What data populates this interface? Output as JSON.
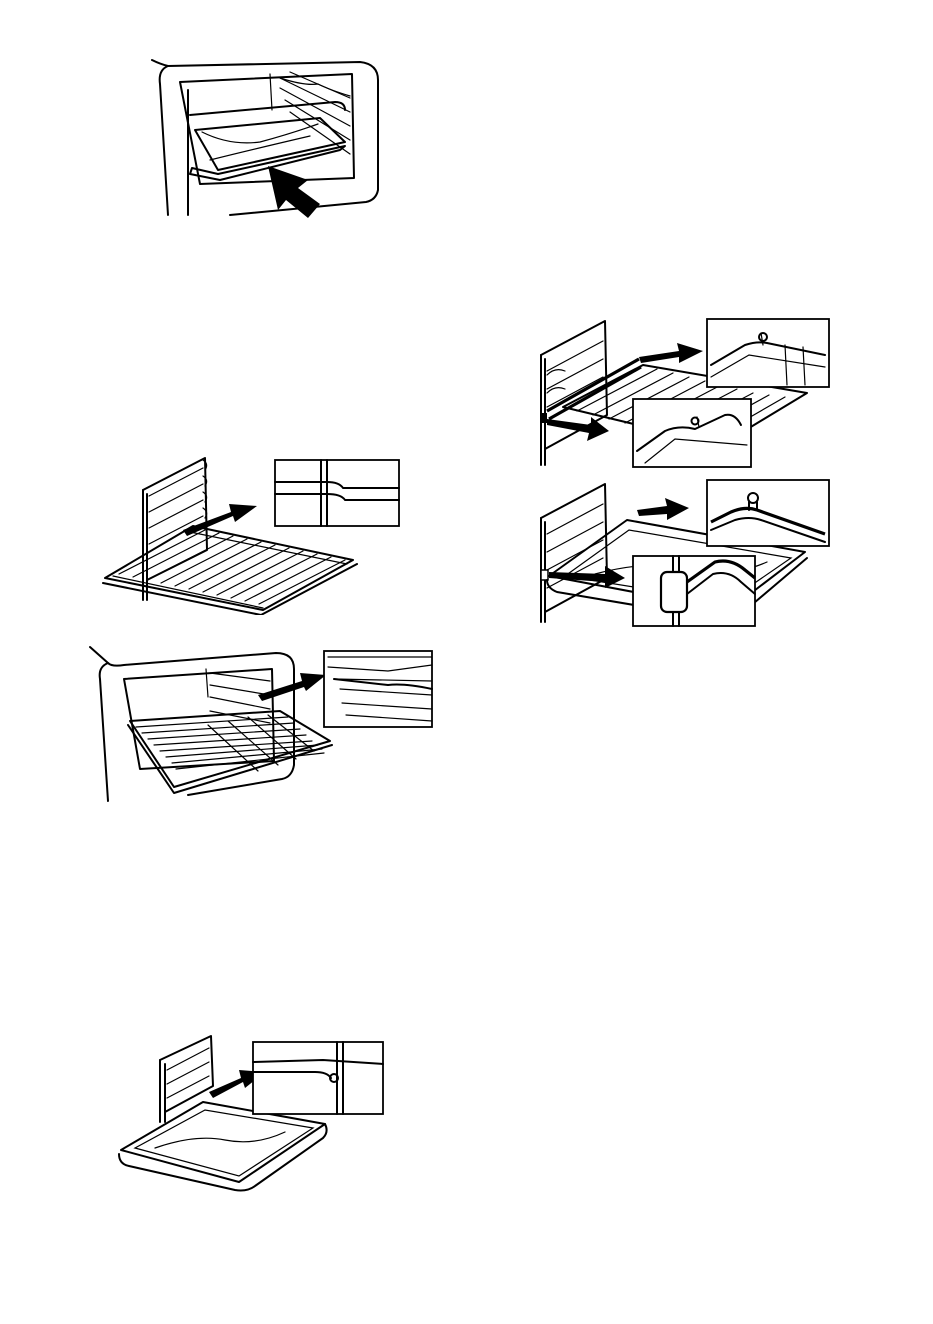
{
  "figures": [
    {
      "id": "fig-1",
      "subject": "tray-inserted-into-oven"
    },
    {
      "id": "fig-2",
      "subject": "wire-shelf-with-side-rack-detail"
    },
    {
      "id": "fig-3",
      "subject": "wire-shelf-in-oven-detail"
    },
    {
      "id": "fig-4",
      "subject": "tray-with-side-rack-detail"
    },
    {
      "id": "fig-5",
      "subject": "telescopic-rail-wire-shelf-details"
    },
    {
      "id": "fig-6",
      "subject": "telescopic-rail-tray-details"
    }
  ],
  "colors": {
    "line": "#000000",
    "background": "#ffffff"
  }
}
